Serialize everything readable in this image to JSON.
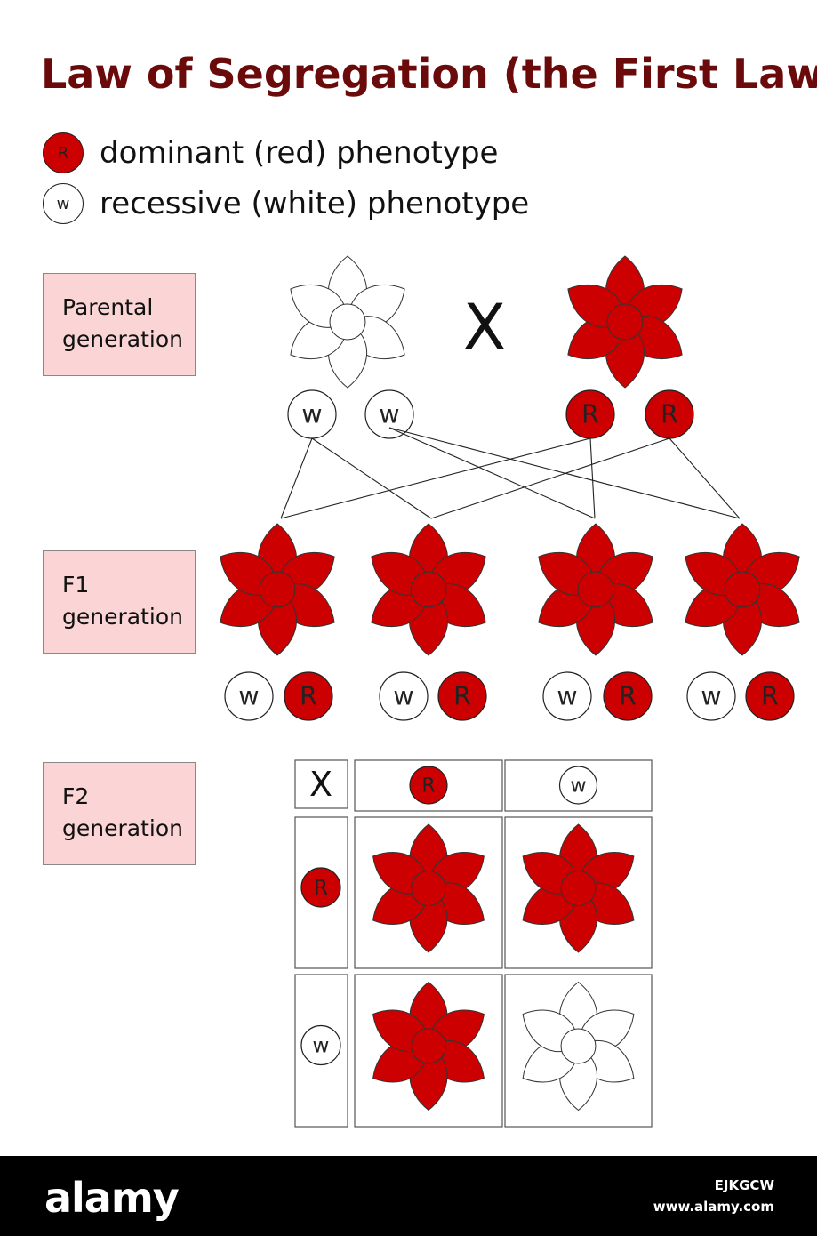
{
  "title": "Law of Segregation (the First Law)",
  "legend": [
    {
      "symbol": "R",
      "label": "dominant (red) phenotype",
      "kind": "red"
    },
    {
      "symbol": "w",
      "label": "recessive (white) phenotype",
      "kind": "white"
    }
  ],
  "generations": {
    "parental": "Parental\ngeneration",
    "f1": "F1\ngeneration",
    "f2": "F2\ngeneration"
  },
  "cross_symbol": "X",
  "parental_alleles": [
    "w",
    "w",
    "R",
    "R"
  ],
  "f1_pairs": [
    [
      "w",
      "R"
    ],
    [
      "w",
      "R"
    ],
    [
      "w",
      "R"
    ],
    [
      "w",
      "R"
    ]
  ],
  "punnett": {
    "corner": "X",
    "columns": [
      "R",
      "w"
    ],
    "rows": [
      "R",
      "w"
    ],
    "cells": [
      [
        "red",
        "red"
      ],
      [
        "red",
        "white"
      ]
    ]
  },
  "colors": {
    "title": "#6b0a0a",
    "dominant": "#cc0000",
    "recessive": "#ffffff",
    "generation_box": "#fbd5d5"
  },
  "footer": {
    "logo": "alamy",
    "image_id": "EJKGCW",
    "url": "www.alamy.com"
  }
}
